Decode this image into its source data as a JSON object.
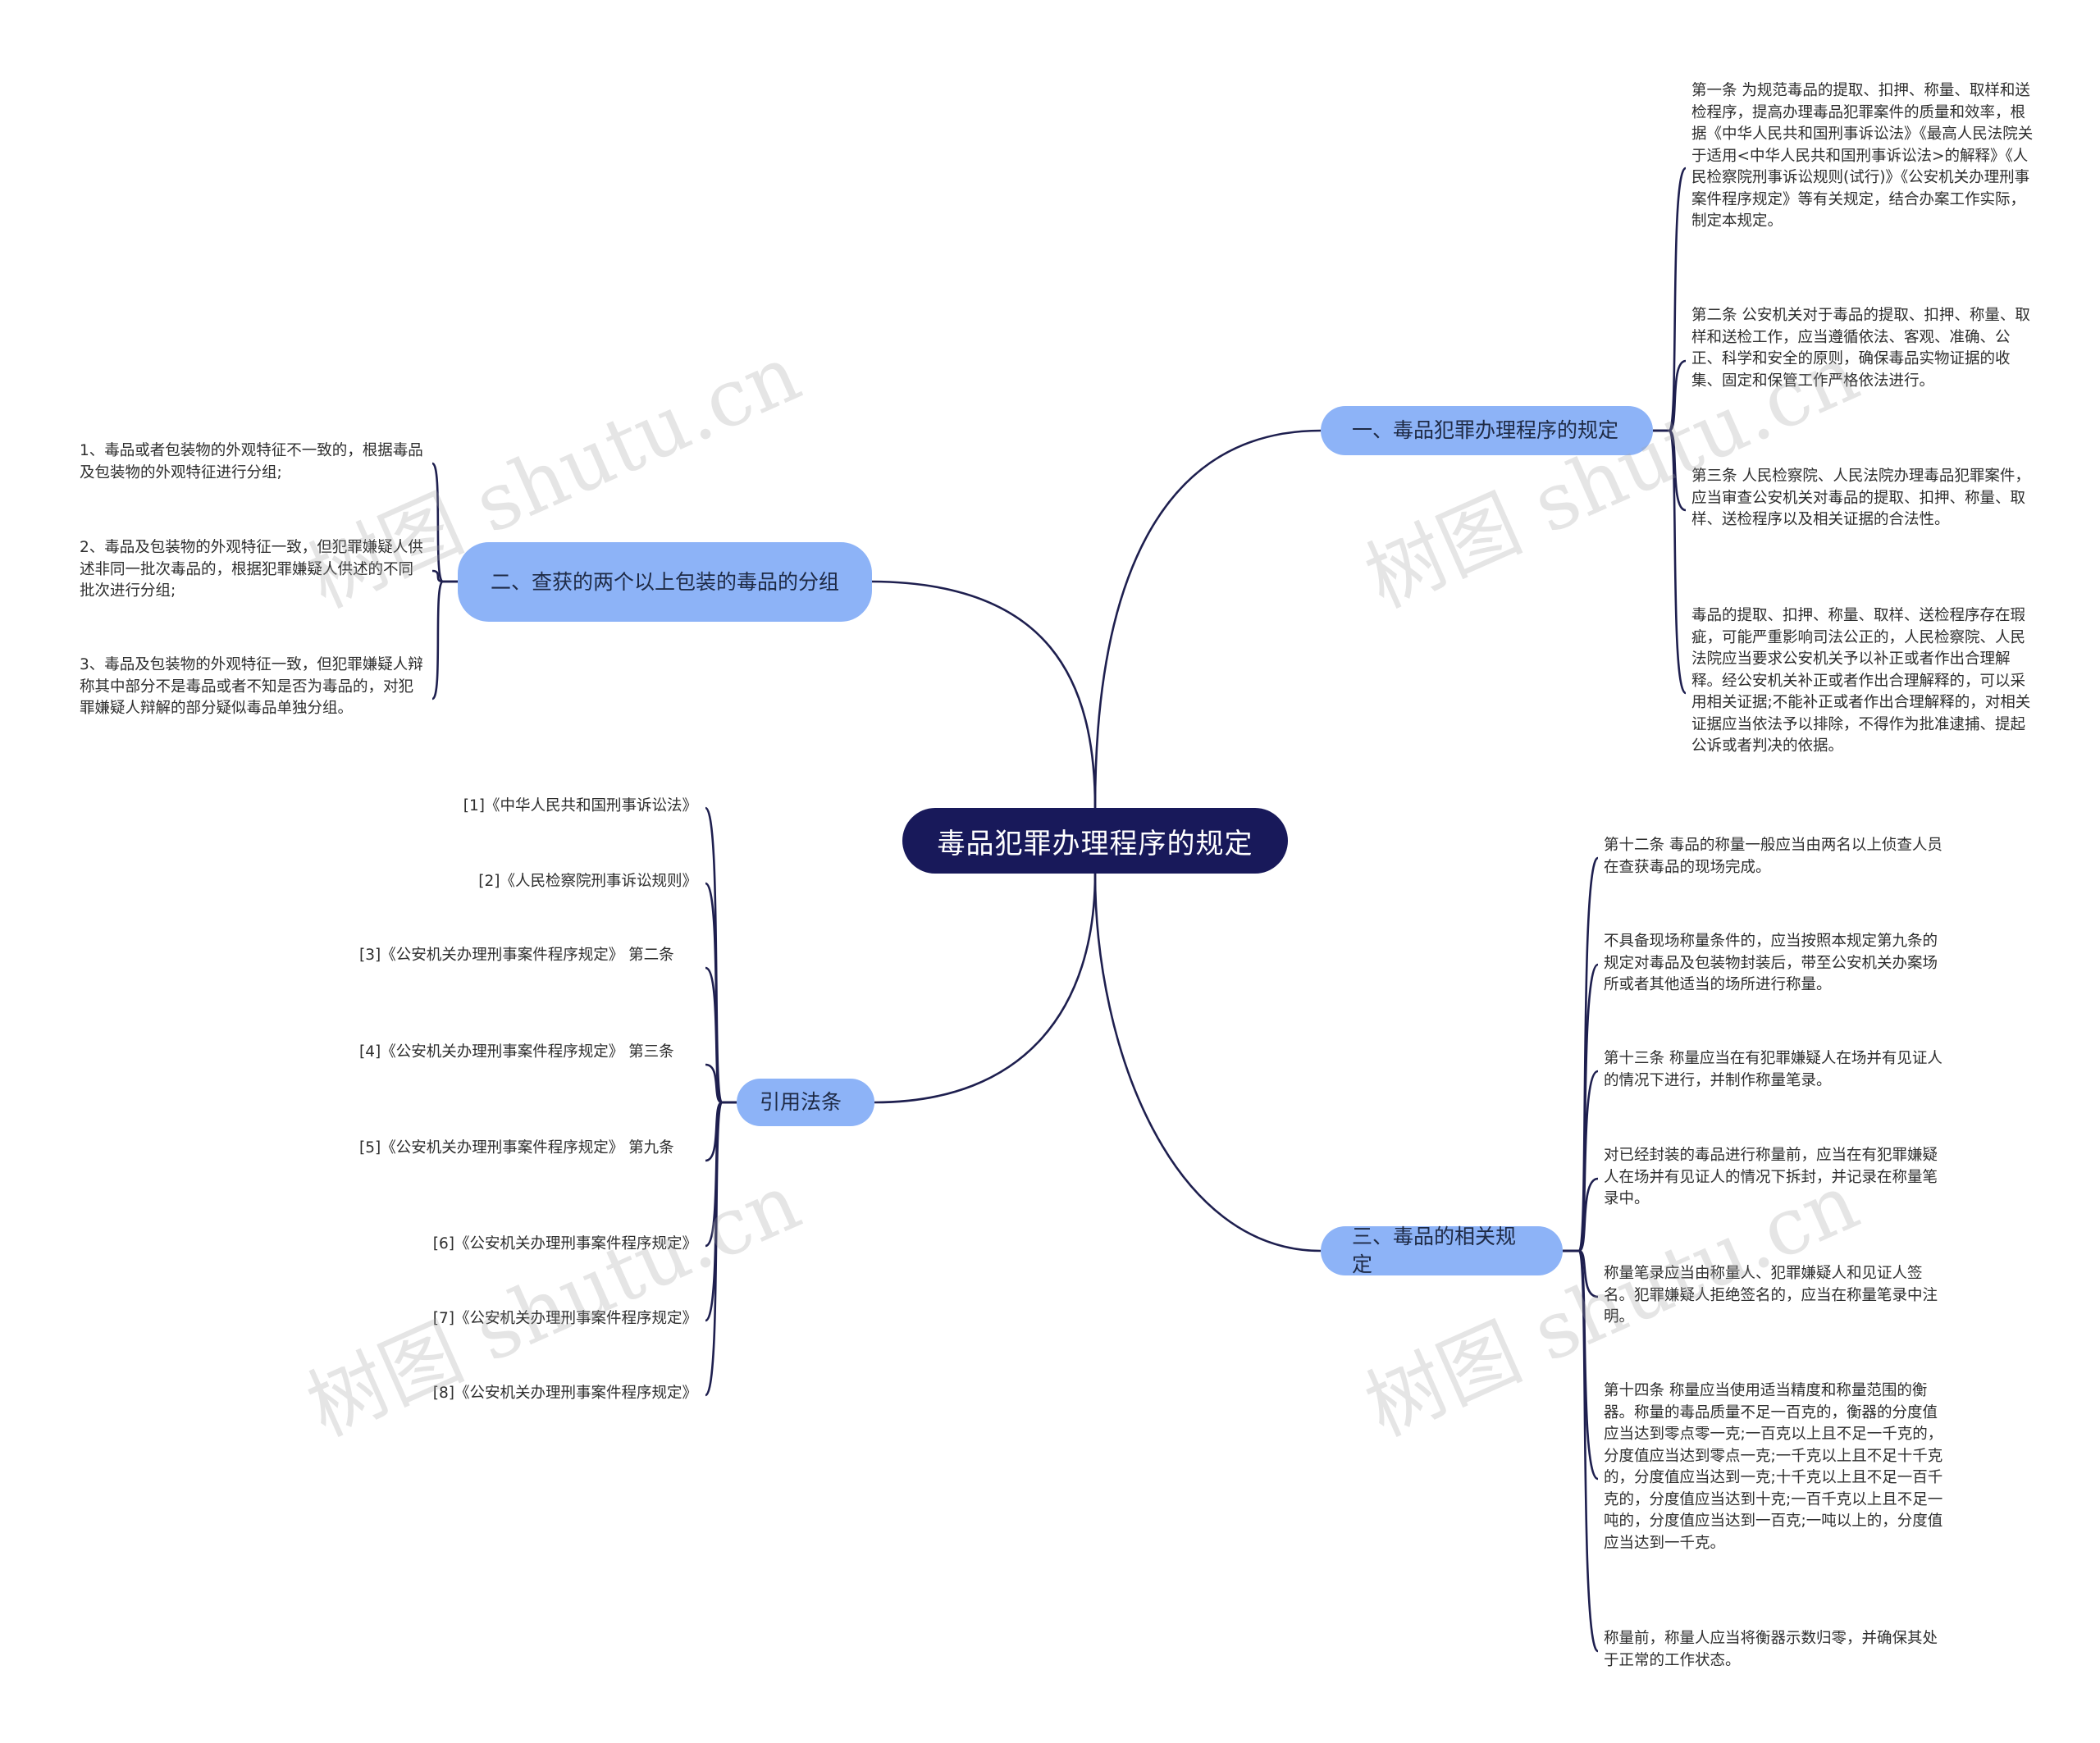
{
  "root": {
    "label": "毒品犯罪办理程序的规定"
  },
  "branches": {
    "b1": {
      "label": "一、毒品犯罪办理程序的规定",
      "leaves": [
        "第一条 为规范毒品的提取、扣押、称量、取样和送检程序，提高办理毒品犯罪案件的质量和效率，根据《中华人民共和国刑事诉讼法》《最高人民法院关于适用<中华人民共和国刑事诉讼法>的解释》《人民检察院刑事诉讼规则(试行)》《公安机关办理刑事案件程序规定》等有关规定，结合办案工作实际，制定本规定。",
        "第二条 公安机关对于毒品的提取、扣押、称量、取样和送检工作，应当遵循依法、客观、准确、公正、科学和安全的原则，确保毒品实物证据的收集、固定和保管工作严格依法进行。",
        "第三条 人民检察院、人民法院办理毒品犯罪案件，应当审查公安机关对毒品的提取、扣押、称量、取样、送检程序以及相关证据的合法性。",
        "毒品的提取、扣押、称量、取样、送检程序存在瑕疵，可能严重影响司法公正的，人民检察院、人民法院应当要求公安机关予以补正或者作出合理解释。经公安机关补正或者作出合理解释的，可以采用相关证据;不能补正或者作出合理解释的，对相关证据应当依法予以排除，不得作为批准逮捕、提起公诉或者判决的依据。"
      ]
    },
    "b2": {
      "label": "二、查获的两个以上包装的毒品的分组",
      "leaves": [
        "1、毒品或者包装物的外观特征不一致的，根据毒品及包装物的外观特征进行分组;",
        "2、毒品及包装物的外观特征一致，但犯罪嫌疑人供述非同一批次毒品的，根据犯罪嫌疑人供述的不同批次进行分组;",
        "3、毒品及包装物的外观特征一致，但犯罪嫌疑人辩称其中部分不是毒品或者不知是否为毒品的，对犯罪嫌疑人辩解的部分疑似毒品单独分组。"
      ]
    },
    "b3": {
      "label": "引用法条",
      "leaves": [
        "[1]《中华人民共和国刑事诉讼法》",
        "[2]《人民检察院刑事诉讼规则》",
        "[3]《公安机关办理刑事案件程序规定》 第二条",
        "[4]《公安机关办理刑事案件程序规定》 第三条",
        "[5]《公安机关办理刑事案件程序规定》 第九条",
        "[6]《公安机关办理刑事案件程序规定》",
        "[7]《公安机关办理刑事案件程序规定》",
        "[8]《公安机关办理刑事案件程序规定》"
      ]
    },
    "b4": {
      "label": "三、毒品的相关规定",
      "leaves": [
        "第十二条 毒品的称量一般应当由两名以上侦查人员在查获毒品的现场完成。",
        "不具备现场称量条件的，应当按照本规定第九条的规定对毒品及包装物封装后，带至公安机关办案场所或者其他适当的场所进行称量。",
        "第十三条 称量应当在有犯罪嫌疑人在场并有见证人的情况下进行，并制作称量笔录。",
        "对已经封装的毒品进行称量前，应当在有犯罪嫌疑人在场并有见证人的情况下拆封，并记录在称量笔录中。",
        "称量笔录应当由称量人、犯罪嫌疑人和见证人签名。犯罪嫌疑人拒绝签名的，应当在称量笔录中注明。",
        "第十四条 称量应当使用适当精度和称量范围的衡器。称量的毒品质量不足一百克的，衡器的分度值应当达到零点零一克;一百克以上且不足一千克的，分度值应当达到零点一克;一千克以上且不足十千克的，分度值应当达到一克;十千克以上且不足一百千克的，分度值应当达到十克;一百千克以上且不足一吨的，分度值应当达到一百克;一吨以上的，分度值应当达到一千克。",
        "称量前，称量人应当将衡器示数归零，并确保其处于正常的工作状态。"
      ]
    }
  },
  "watermark": {
    "text": "树图 shutu.cn"
  },
  "colors": {
    "root": "#18195a",
    "branch": "#8db3f7",
    "line": "#1e1f4f"
  }
}
